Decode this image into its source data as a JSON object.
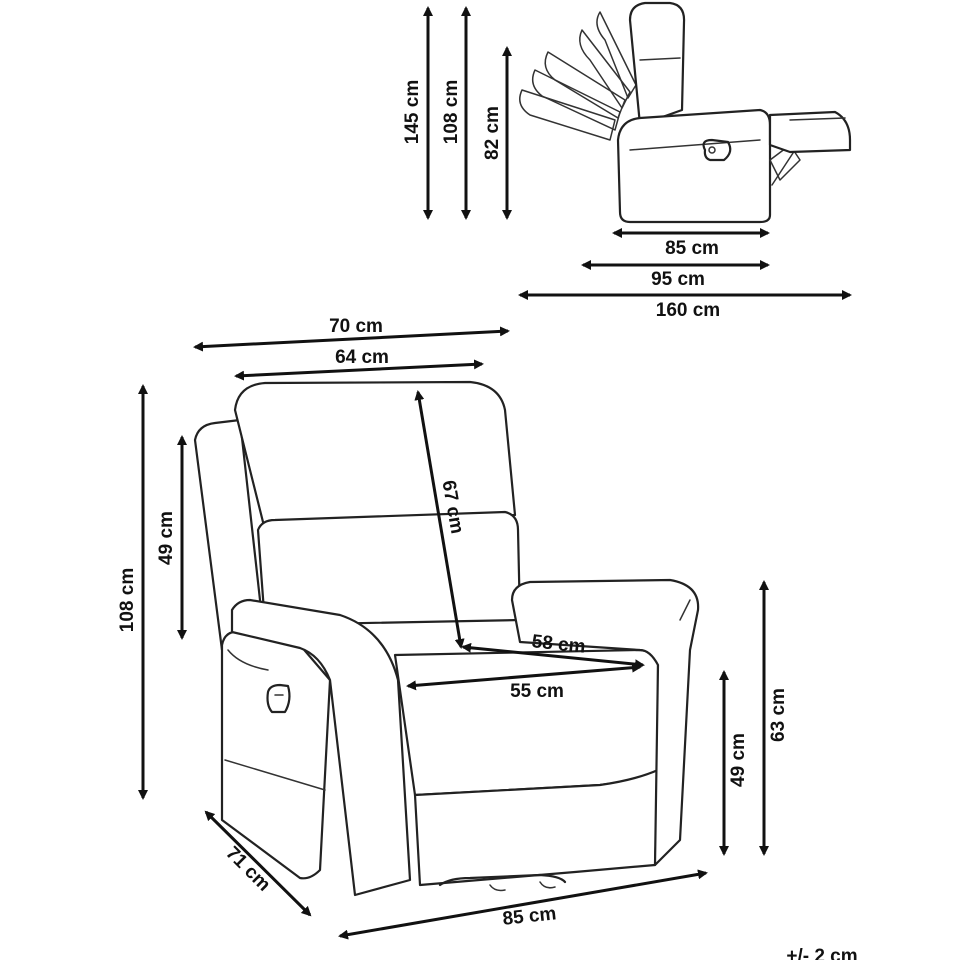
{
  "diagram": {
    "labels": {
      "side_total_height": "145 cm",
      "side_back_height": "108 cm",
      "side_seat_height": "82 cm",
      "side_depth": "85 cm",
      "side_depth_reclined": "95 cm",
      "side_length_full": "160 cm",
      "front_width": "70 cm",
      "front_inner_width": "64 cm",
      "front_height": "108 cm",
      "front_back_height": "49 cm",
      "backrest_height": "67 cm",
      "seat_depth": "58 cm",
      "seat_width": "55 cm",
      "armrest_height": "63 cm",
      "seat_height": "49 cm",
      "base_depth": "71 cm",
      "base_width": "85 cm",
      "tolerance": "+/- 2 cm"
    },
    "colors": {
      "line": "#111111",
      "outline": "#222222",
      "background": "#ffffff"
    }
  }
}
